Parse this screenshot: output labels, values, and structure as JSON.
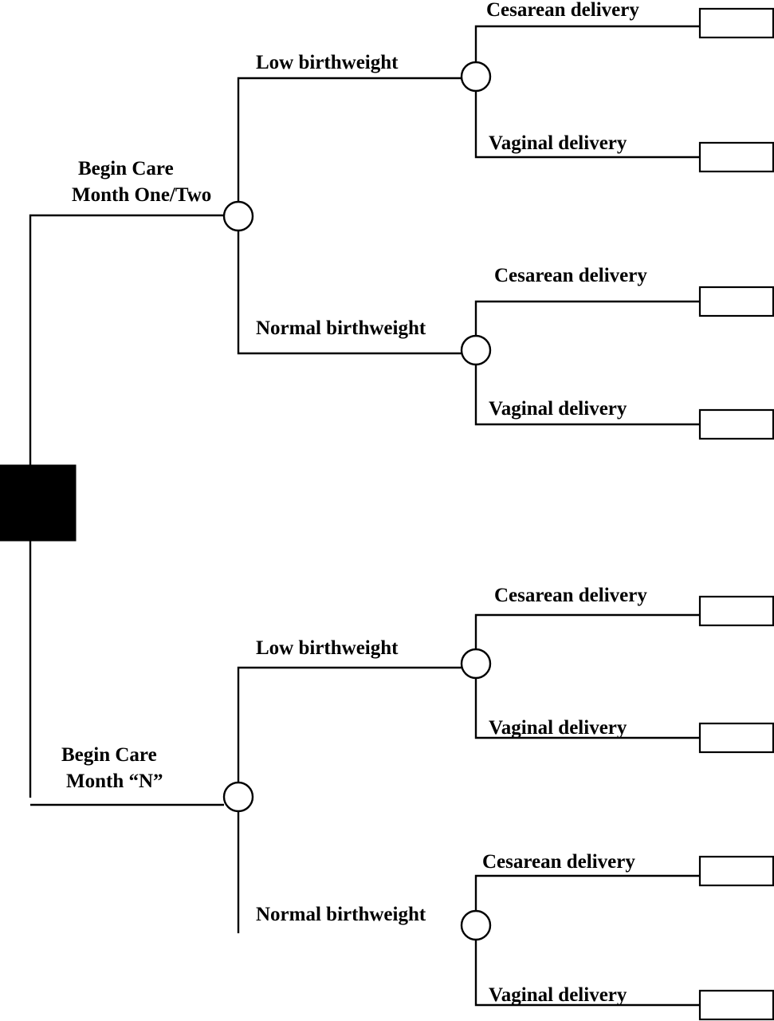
{
  "decision_tree": {
    "root": {
      "type": "decision"
    },
    "strategies": [
      {
        "label_lines": [
          "Begin Care",
          "Month One/Two"
        ],
        "node": "chance",
        "outcomes": [
          {
            "label": "Low birthweight",
            "node": "chance",
            "outcomes": [
              {
                "label": "Cesarean delivery",
                "node": "terminal"
              },
              {
                "label": "Vaginal delivery",
                "node": "terminal"
              }
            ]
          },
          {
            "label": "Normal birthweight",
            "node": "chance",
            "outcomes": [
              {
                "label": "Cesarean delivery",
                "node": "terminal"
              },
              {
                "label": "Vaginal delivery",
                "node": "terminal"
              }
            ]
          }
        ]
      },
      {
        "label_lines": [
          "Begin Care",
          "Month  “N”"
        ],
        "node": "chance",
        "outcomes": [
          {
            "label": "Low birthweight",
            "node": "chance",
            "outcomes": [
              {
                "label": "Cesarean delivery",
                "node": "terminal"
              },
              {
                "label": "Vaginal delivery",
                "node": "terminal"
              }
            ]
          },
          {
            "label": "Normal birthweight",
            "node": "chance",
            "outcomes": [
              {
                "label": "Cesarean delivery",
                "node": "terminal"
              },
              {
                "label": "Vaginal delivery",
                "node": "terminal"
              }
            ]
          }
        ]
      }
    ]
  }
}
